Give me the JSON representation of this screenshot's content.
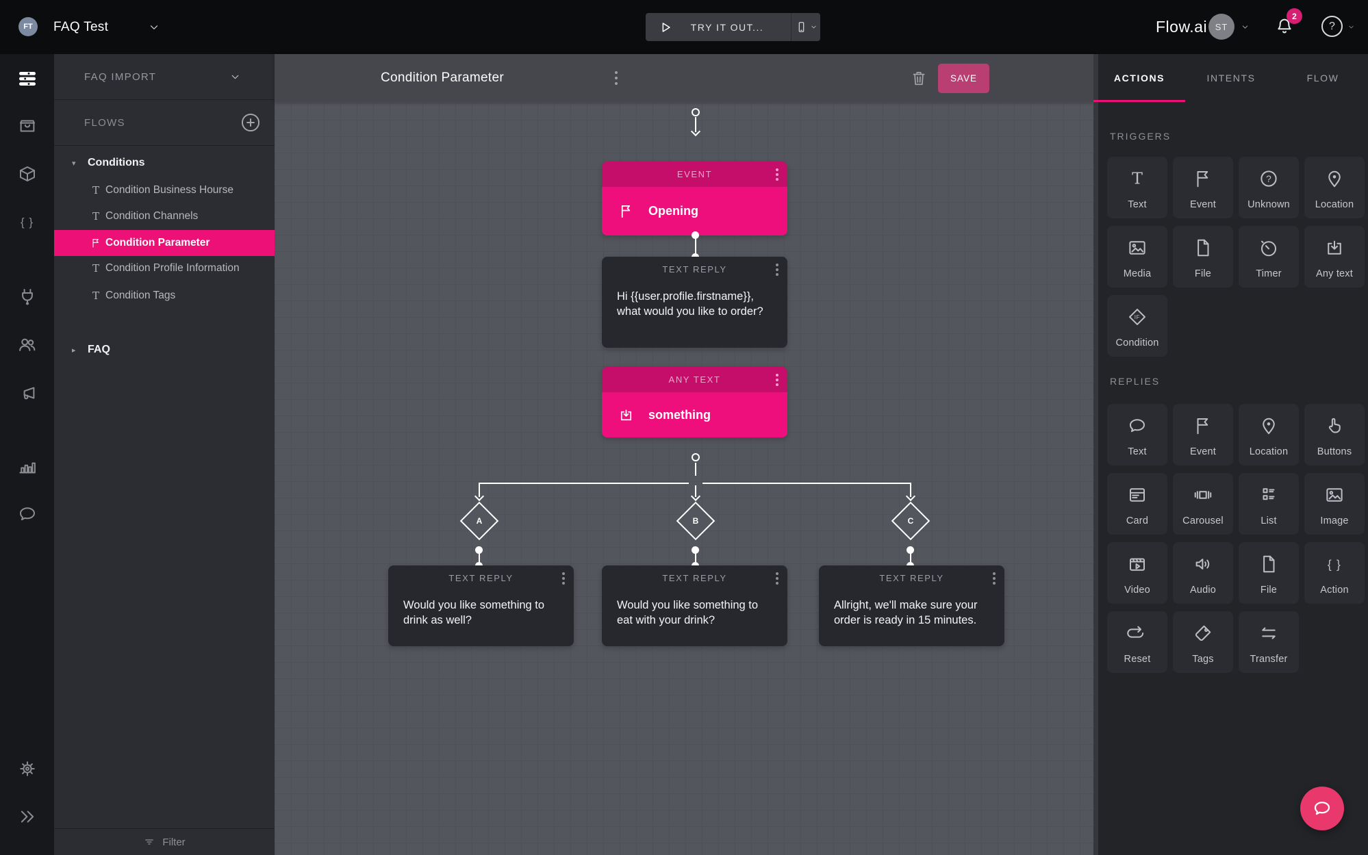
{
  "topbar": {
    "workspace_initials": "FT",
    "workspace_name": "FAQ Test",
    "try_it_out_label": "TRY IT OUT...",
    "brand": "Flow.ai",
    "user_initials": "ST",
    "notification_count": "2"
  },
  "left_panel": {
    "import_label": "FAQ IMPORT",
    "flows_label": "FLOWS",
    "group_conditions": "Conditions",
    "group_faq": "FAQ",
    "items": [
      {
        "label": "Condition Business Hourse"
      },
      {
        "label": "Condition Channels"
      },
      {
        "label": "Condition Parameter"
      },
      {
        "label": "Condition Profile Information"
      },
      {
        "label": "Condition Tags"
      }
    ],
    "filter_label": "Filter"
  },
  "canvas": {
    "title": "Condition Parameter",
    "save_label": "SAVE",
    "event_node": {
      "type": "EVENT",
      "value": "Opening"
    },
    "greeting_node": {
      "type": "TEXT REPLY",
      "text": "Hi {{user.profile.firstname}}, what would you like to order?"
    },
    "anytext_node": {
      "type": "ANY TEXT",
      "value": "something"
    },
    "branches": [
      {
        "letter": "A",
        "type": "TEXT REPLY",
        "text": "Would you like something to drink as well?"
      },
      {
        "letter": "B",
        "type": "TEXT REPLY",
        "text": "Would you like something to eat with your drink?"
      },
      {
        "letter": "C",
        "type": "TEXT REPLY",
        "text": "Allright, we'll make sure your order is ready in 15 minutes."
      }
    ]
  },
  "right_panel": {
    "tabs": [
      {
        "label": "ACTIONS"
      },
      {
        "label": "INTENTS"
      },
      {
        "label": "FLOW"
      }
    ],
    "triggers_title": "TRIGGERS",
    "triggers": [
      {
        "label": "Text",
        "icon": "text-icon"
      },
      {
        "label": "Event",
        "icon": "flag-icon"
      },
      {
        "label": "Unknown",
        "icon": "question-icon"
      },
      {
        "label": "Location",
        "icon": "location-pin-icon"
      },
      {
        "label": "Media",
        "icon": "media-image-icon"
      },
      {
        "label": "File",
        "icon": "file-icon"
      },
      {
        "label": "Timer",
        "icon": "timer-icon"
      },
      {
        "label": "Any text",
        "icon": "any-text-icon"
      },
      {
        "label": "Condition",
        "icon": "condition-if-icon"
      }
    ],
    "replies_title": "REPLIES",
    "replies": [
      {
        "label": "Text",
        "icon": "chat-bubble-icon"
      },
      {
        "label": "Event",
        "icon": "flag-icon"
      },
      {
        "label": "Location",
        "icon": "location-pin-icon"
      },
      {
        "label": "Buttons",
        "icon": "pointer-hand-icon"
      },
      {
        "label": "Card",
        "icon": "card-icon"
      },
      {
        "label": "Carousel",
        "icon": "carousel-icon"
      },
      {
        "label": "List",
        "icon": "list-icon"
      },
      {
        "label": "Image",
        "icon": "media-image-icon"
      },
      {
        "label": "Video",
        "icon": "video-icon"
      },
      {
        "label": "Audio",
        "icon": "audio-speaker-icon"
      },
      {
        "label": "File",
        "icon": "file-icon"
      },
      {
        "label": "Action",
        "icon": "braces-icon"
      },
      {
        "label": "Reset",
        "icon": "reset-loop-icon"
      },
      {
        "label": "Tags",
        "icon": "tag-icon"
      },
      {
        "label": "Transfer",
        "icon": "transfer-arrows-icon"
      }
    ]
  },
  "icons": {
    "caret_down": "▾",
    "caret_right": "▸",
    "t_glyph": "T",
    "braces_glyph": "{ }",
    "question_glyph": "?",
    "if_label": "IF"
  },
  "colors": {
    "accent_pink": "#ec1075",
    "node_pink_header": "#c50d6a",
    "node_pink_body": "#ee0f7c",
    "save_button": "#b93e72",
    "fab_pink": "#e9386b",
    "canvas_bg": "#54565d"
  }
}
